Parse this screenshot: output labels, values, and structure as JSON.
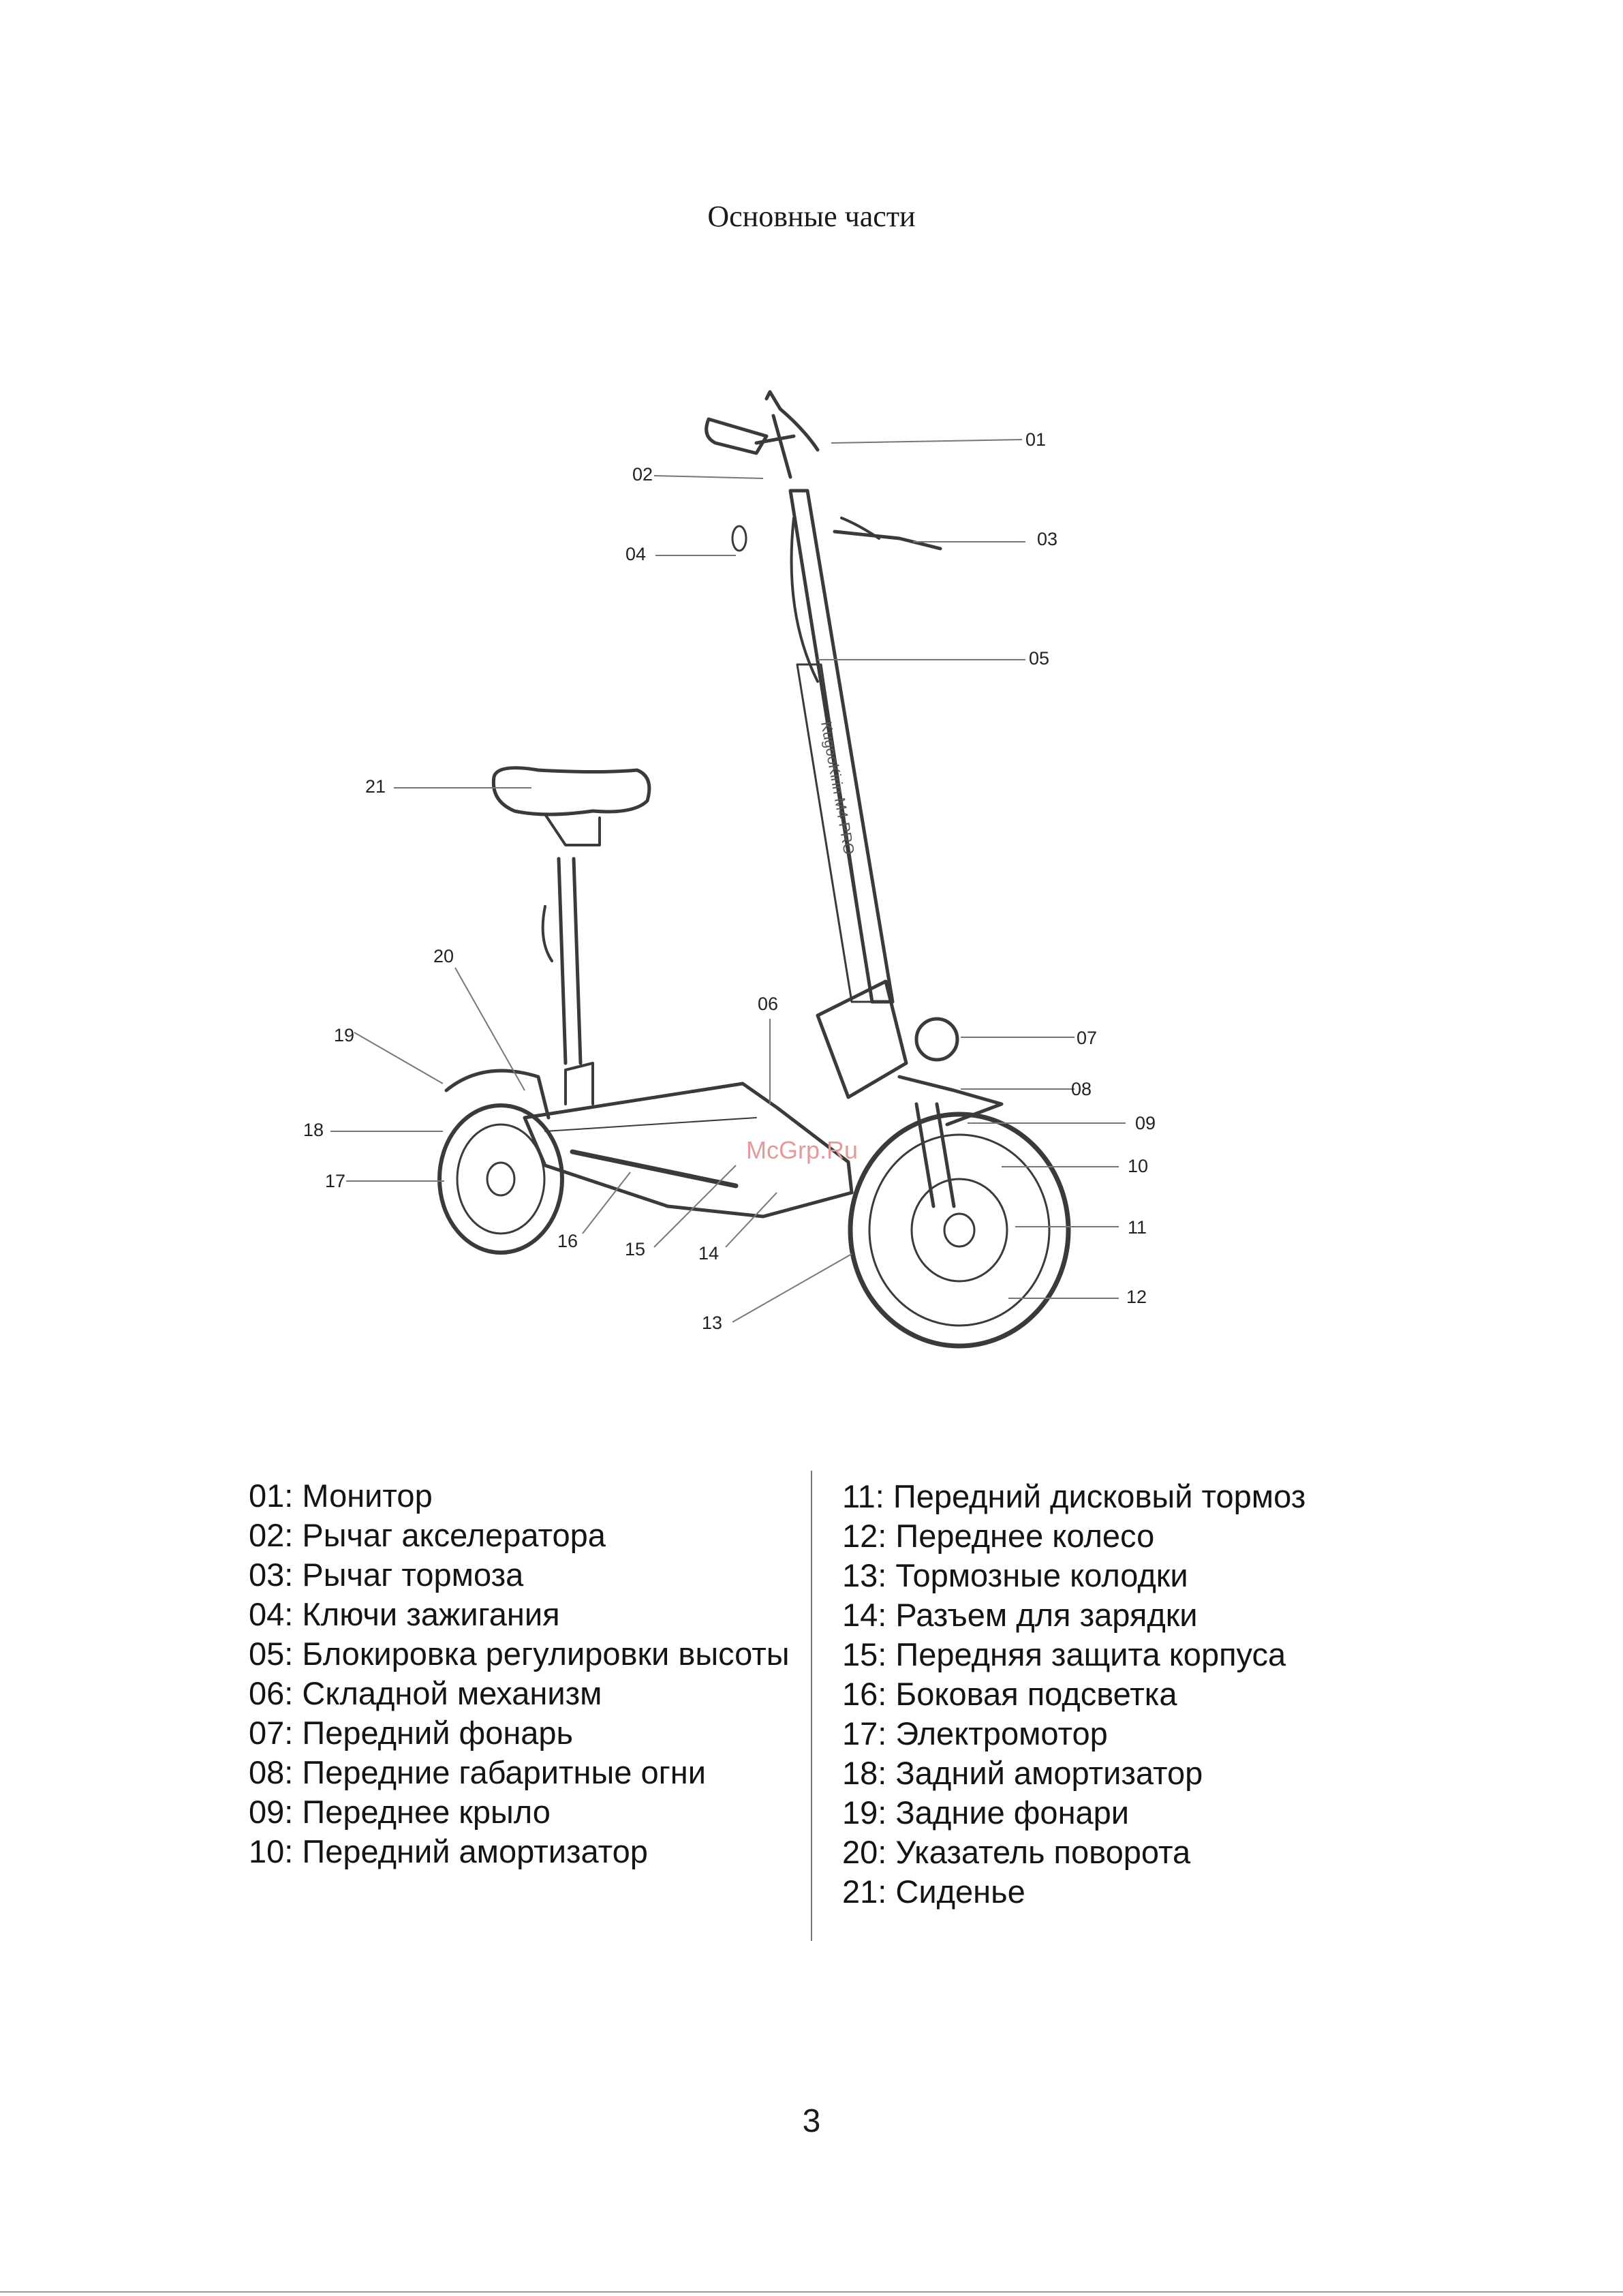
{
  "page": {
    "title": "Основные части",
    "page_number": "3"
  },
  "watermark": "McGrp.Ru",
  "deck_brand": "KugooKirin M4 PRO",
  "callouts": [
    "01",
    "02",
    "03",
    "04",
    "05",
    "06",
    "07",
    "08",
    "09",
    "10",
    "11",
    "12",
    "13",
    "14",
    "15",
    "16",
    "17",
    "18",
    "19",
    "20",
    "21"
  ],
  "parts_left": [
    {
      "num": "01:",
      "name": "Монитор"
    },
    {
      "num": "02:",
      "name": "Рычаг акселератора"
    },
    {
      "num": "03:",
      "name": "Рычаг тормоза"
    },
    {
      "num": "04:",
      "name": "Ключи зажигания"
    },
    {
      "num": "05:",
      "name": "Блокировка регулировки высоты"
    },
    {
      "num": "06:",
      "name": "Складной механизм"
    },
    {
      "num": "07:",
      "name": "Передний фонарь"
    },
    {
      "num": "08:",
      "name": "Передние габаритные огни"
    },
    {
      "num": "09:",
      "name": "Переднее крыло"
    },
    {
      "num": "10:",
      "name": "Передний амортизатор"
    }
  ],
  "parts_right": [
    {
      "num": "11:",
      "name": "Передний дисковый тормоз"
    },
    {
      "num": "12:",
      "name": "Переднее колесо"
    },
    {
      "num": "13:",
      "name": "Тормозные колодки"
    },
    {
      "num": "14:",
      "name": "Разъем для зарядки"
    },
    {
      "num": "15:",
      "name": "Передняя защита корпуса"
    },
    {
      "num": "16:",
      "name": "Боковая подсветка"
    },
    {
      "num": "17:",
      "name": "Электромотор"
    },
    {
      "num": "18:",
      "name": "Задний амортизатор"
    },
    {
      "num": "19:",
      "name": "Задние фонари"
    },
    {
      "num": "20:",
      "name": "Указатель поворота"
    },
    {
      "num": "21:",
      "name": "Сиденье"
    }
  ]
}
